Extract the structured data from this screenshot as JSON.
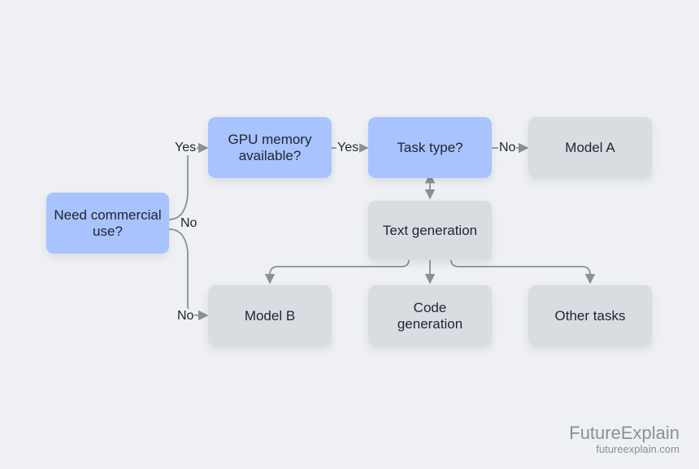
{
  "nodes": {
    "commercial": "Need commercial\nuse?",
    "gpu": "GPU memory\navailable?",
    "task": "Task type?",
    "model_a": "Model A",
    "text_gen": "Text generation",
    "model_b": "Model B",
    "code_gen": "Code\ngeneration",
    "other": "Other tasks"
  },
  "edges": {
    "commercial_yes": "Yes",
    "commercial_no_side": "No",
    "commercial_no_bottom": "No",
    "gpu_yes": "Yes",
    "task_no": "No"
  },
  "brand": {
    "name": "FutureExplain",
    "url": "futureexplain.com"
  },
  "colors": {
    "decision": "#a8c3fd",
    "outcome": "#d9dce1",
    "background": "#eef0f4",
    "connector": "#8a8f99"
  }
}
